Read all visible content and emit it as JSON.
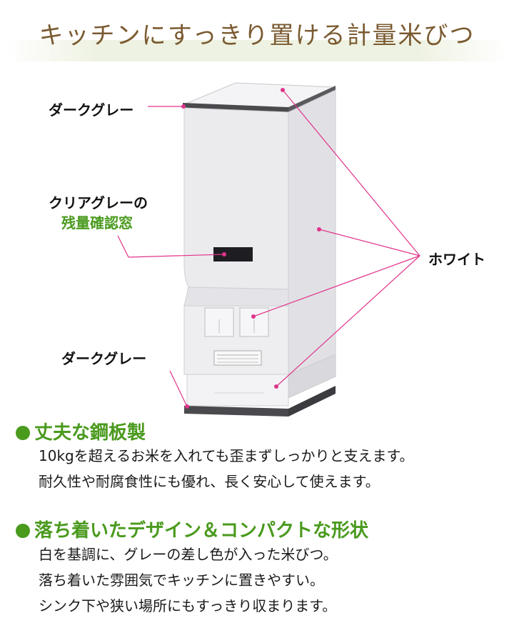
{
  "title": "キッチンにすっきり置ける計量米びつ",
  "labels": {
    "top_part": "ダークグレー",
    "window_line1": "クリアグレーの",
    "window_line2": "残量確認窓",
    "body_color": "ホワイト",
    "bottom_part": "ダークグレー"
  },
  "features": [
    {
      "heading": "丈夫な鋼板製",
      "lines": [
        "10kgを超えるお米を入れても歪まずしっかりと支えます。",
        "耐久性や耐腐食性にも優れ、長く安心して使えます。"
      ]
    },
    {
      "heading": "落ち着いたデザイン＆コンパクトな形状",
      "lines": [
        "白を基調に、グレーの差し色が入った米びつ。",
        "落ち着いた雰囲気でキッチンに置きやすい。",
        "シンク下や狭い場所にもすっきり収まります。"
      ]
    }
  ],
  "colors": {
    "accent_green": "#4a9a1e",
    "title_brown": "#7a5a30",
    "leader_pink": "#e0338a",
    "dark_gray": "#4a4a4a"
  }
}
